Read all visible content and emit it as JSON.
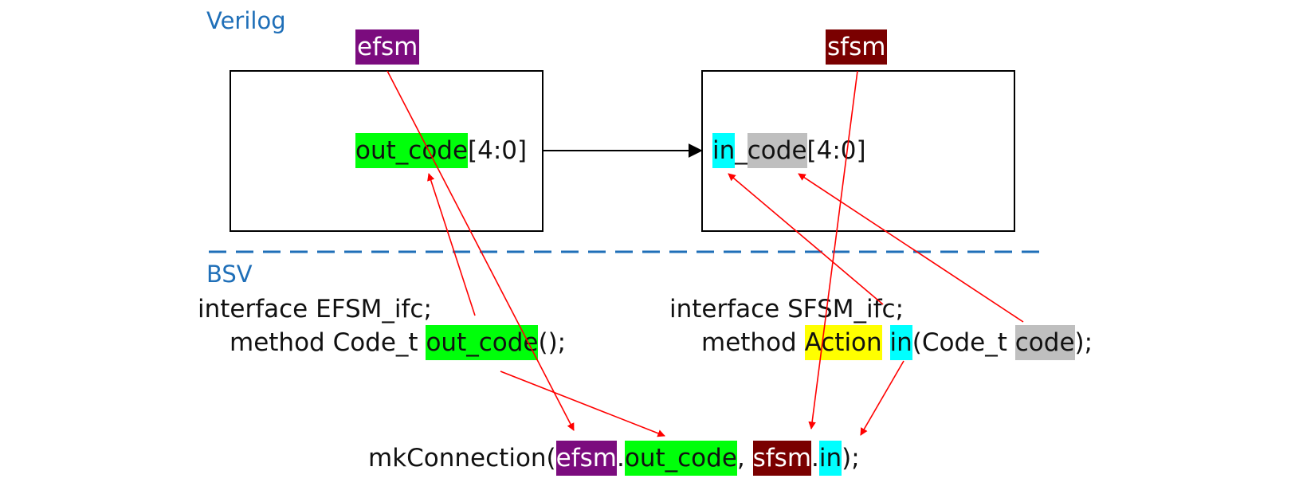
{
  "sections": {
    "verilog_label": "Verilog",
    "bsv_label": "BSV"
  },
  "modules": {
    "efsm": {
      "name": "efsm",
      "port_name": "out_code",
      "port_range": "[4:0]"
    },
    "sfsm": {
      "name": "sfsm",
      "port_prefix": "in",
      "port_sep": "_",
      "port_suffix": "code",
      "port_range": "[4:0]"
    }
  },
  "bsv_code": {
    "efsm_ifc_line1": "interface EFSM_ifc;",
    "efsm_ifc_line2_prefix": "method Code_t ",
    "efsm_ifc_line2_method": "out_code",
    "efsm_ifc_line2_suffix": "();",
    "sfsm_ifc_line1": "interface SFSM_ifc;",
    "sfsm_ifc_line2_prefix": "method ",
    "sfsm_ifc_line2_action": "Action",
    "sfsm_ifc_line2_space": " ",
    "sfsm_ifc_line2_method": "in",
    "sfsm_ifc_line2_mid": "(Code_t ",
    "sfsm_ifc_line2_arg": "code",
    "sfsm_ifc_line2_suffix": ");"
  },
  "connection": {
    "prefix": "mkConnection(",
    "efsm": "efsm",
    "dot1": ".",
    "out_code": "out_code",
    "comma": ", ",
    "sfsm": "sfsm",
    "dot2": ".",
    "in": "in",
    "suffix": ");"
  },
  "colors": {
    "section_label": "#1F6FB8",
    "divider": "#1F6FB8",
    "arrow_red": "#FF0000",
    "efsm_highlight": "#7B0C7E",
    "sfsm_highlight": "#7A0000",
    "out_code_highlight": "#00FF0A",
    "in_highlight": "#00FFFF",
    "code_highlight": "#BFBFBF",
    "action_highlight": "#FFFF00"
  }
}
